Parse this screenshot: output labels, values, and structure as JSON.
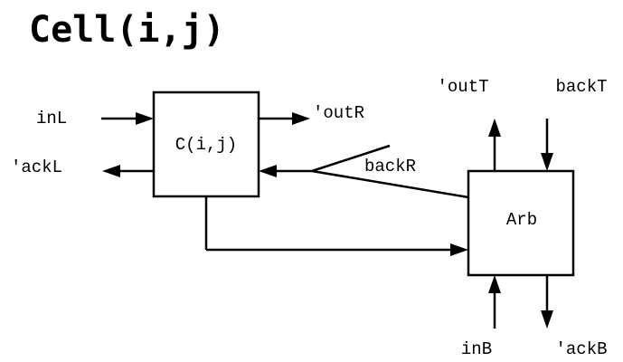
{
  "title": "Cell(i,j)",
  "blocks": {
    "cell": "C(i,j)",
    "arbiter": "Arb"
  },
  "signals": {
    "in_left": "inL",
    "ack_left": "'ackL",
    "out_right": "'outR",
    "back_right": "backR",
    "out_top": "'outT",
    "back_top": "backT",
    "in_bottom": "inB",
    "ack_bottom": "'ackB"
  },
  "colors": {
    "ink": "#000000",
    "background": "#ffffff"
  }
}
